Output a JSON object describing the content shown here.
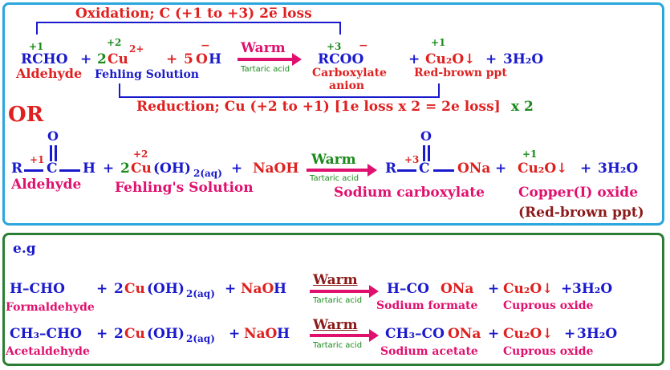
{
  "box1": {
    "oxidation_label": "Oxidation; C (+1 to +3) 2e̅ loss",
    "reduction_label": "Reduction; Cu (+2 to +1) [1e loss x 2 = 2e loss]",
    "reduction_x2": "x 2",
    "eq1": {
      "ox_rcho": "+1",
      "rcho": "RCHO",
      "plus1": "+",
      "ox_cu": "+2",
      "cu_coef": "2",
      "cu": "Cu",
      "cu_charge": "2+",
      "plus2": "+",
      "oh_coef": "5",
      "oh_o": "O",
      "oh_h": "H",
      "oh_minus": "−",
      "warm": "Warm",
      "catalyst": "Tartaric acid",
      "ox_rcoo": "+3",
      "rcoo": "RCOO",
      "rcoo_minus": "−",
      "plus3": "+",
      "ox_cu2o": "+1",
      "cu2o": "Cu₂O↓",
      "plus4": "+",
      "water": "3H₂O",
      "label_aldehyde": "Aldehyde",
      "label_fehling": "Fehling Solution",
      "label_carboxylate": "Carboxylate",
      "label_anion": "anion",
      "label_ppt": "Red-brown ppt"
    },
    "or": "OR",
    "eq2": {
      "r": "R",
      "ox_c1": "+1",
      "c1": "C",
      "o1": "O",
      "h": "H",
      "plus1": "+",
      "ox_cu": "+2",
      "cu_coef": "2",
      "cu": "Cu",
      "cu_rest": "(OH)",
      "cu_sub": "2(aq)",
      "plus2": "+",
      "naoh": "NaOH",
      "warm": "Warm",
      "catalyst": "Tartaric acid",
      "r2": "R",
      "ox_c2": "+3",
      "c2": "C",
      "o2": "O",
      "ona": "ONa",
      "plus3": "+",
      "ox_cu2o": "+1",
      "cu2o": "Cu₂O↓",
      "plus4": "+",
      "water": "3H₂O",
      "label_aldehyde": "Aldehyde",
      "label_fehling": "Fehling's Solution",
      "label_carboxylate": "Sodium carboxylate",
      "label_oxide": "Copper(I) oxide",
      "label_ppt": "(Red-brown ppt)"
    }
  },
  "box2": {
    "title": "e.g",
    "row1": {
      "reactant": "H–CHO",
      "plus1": "+",
      "reagent_coef": "2",
      "reagent_cu": "Cu",
      "reagent_rest": "(OH)",
      "reagent_sub": "2(aq)",
      "plus2": "+",
      "naoh_na": "NaO",
      "naoh_h": "H",
      "warm": "Warm",
      "catalyst": "Tartaric acid",
      "product_a": "H–CO",
      "product_b": "ONa",
      "plus3": "+",
      "cu2o": "Cu₂O↓",
      "plus4": "+",
      "water": "3H₂O",
      "label_reactant": "Formaldehyde",
      "label_product": "Sodium formate",
      "label_oxide": "Cuprous oxide"
    },
    "row2": {
      "reactant": "CH₃–CHO",
      "plus1": "+",
      "reagent_coef": "2",
      "reagent_cu": "Cu",
      "reagent_rest": "(OH)",
      "reagent_sub": "2(aq)",
      "plus2": "+",
      "naoh_na": "NaO",
      "naoh_h": "H",
      "warm": "Warm",
      "catalyst": "Tartaric acid",
      "product_a": "CH₃–CO",
      "product_b": "ONa",
      "plus3": "+",
      "cu2o": "Cu₂O↓",
      "plus4": "+",
      "water": "3H₂O",
      "label_reactant": "Acetaldehyde",
      "label_product": "Sodium acetate",
      "label_oxide": "Cuprous oxide"
    }
  },
  "colors": {
    "top_border": "#2aa6dc",
    "bottom_border": "#2a7d32",
    "arrow": "#e0106e"
  }
}
